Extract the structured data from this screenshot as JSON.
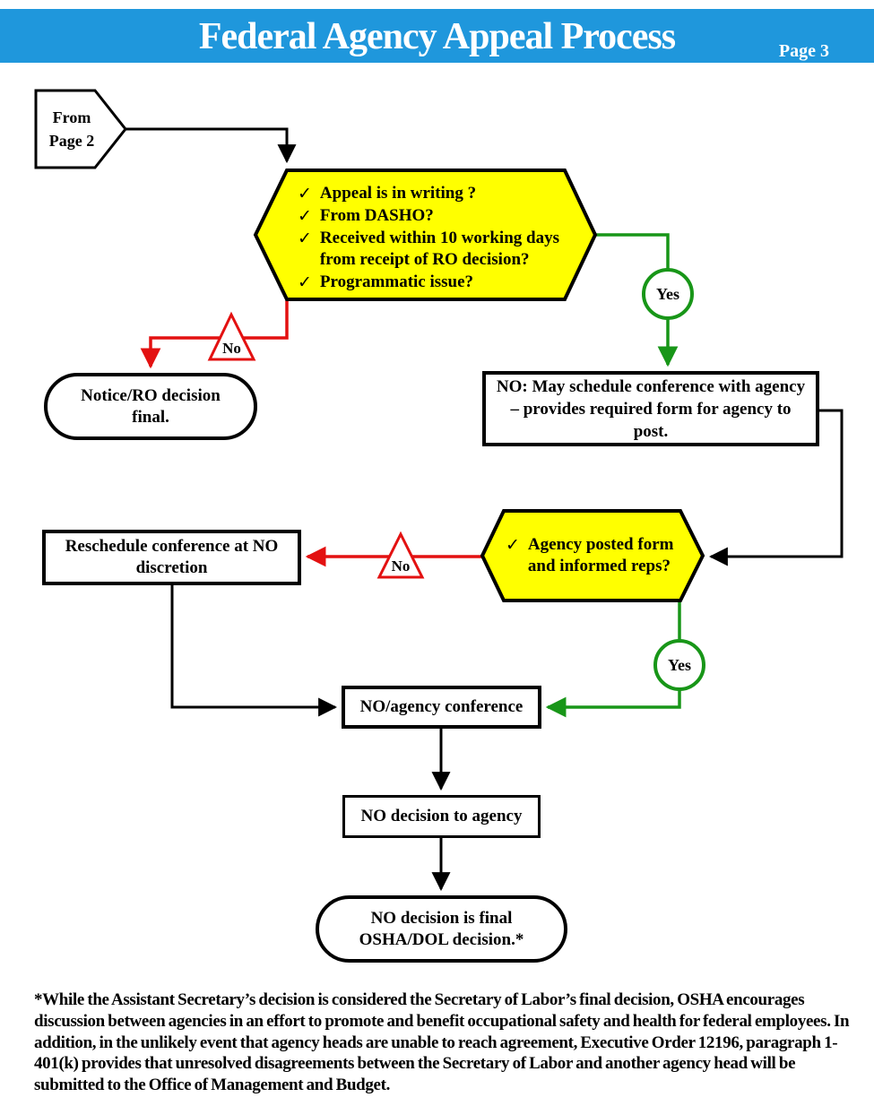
{
  "header": {
    "title": "Federal Agency Appeal Process",
    "page_label": "Page 3"
  },
  "colors": {
    "header_blue": "#1F97DC",
    "decision_yellow": "#FFFF00",
    "yes_green": "#189618",
    "no_red": "#E31111"
  },
  "icons": {
    "check": "✓"
  },
  "flow": {
    "from_page": "From\nPage 2",
    "hex1_items": [
      "Appeal is in writing ?",
      "From DASHO?",
      "Received within 10 working days from receipt of RO decision?",
      "Programmatic issue?"
    ],
    "yes1": "Yes",
    "no1": "No",
    "rect_no_schedule": "NO:  May schedule conference with agency – provides required form for agency to post.",
    "stadium_notice": "Notice/RO decision final.",
    "hex2_item": "Agency posted form and informed reps?",
    "no2": "No",
    "yes2": "Yes",
    "rect_reschedule": "Reschedule conference at  NO discretion",
    "rect_conference": "NO/agency conference",
    "rect_decision": "NO decision to agency",
    "stadium_final": "NO decision is final OSHA/DOL decision.*"
  },
  "footnote": "*While the Assistant Secretary’s decision is considered the Secretary of Labor’s final decision, OSHA encourages discussion between agencies in an effort to promote and benefit occupational safety and health for federal employees.  In addition, in the unlikely event that agency heads are unable to reach agreement, Executive Order 12196, paragraph 1-401(k) provides that unresolved disagreements between the Secretary of Labor and another agency head will be submitted to the Office of Management and Budget."
}
